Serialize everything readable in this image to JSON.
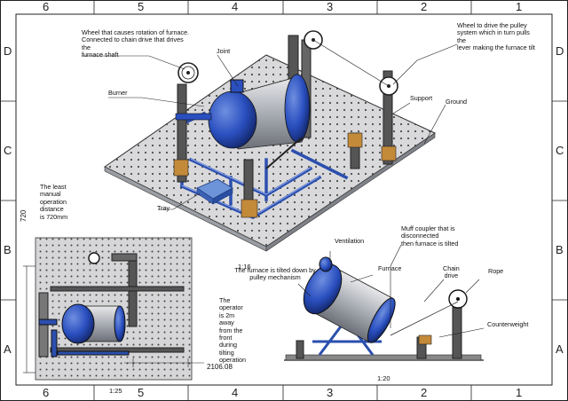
{
  "frame": {
    "col_labels_top": [
      "6",
      "5",
      "4",
      "3",
      "2",
      "1"
    ],
    "col_labels_bottom": [
      "6",
      "5",
      "4",
      "3",
      "2",
      "1"
    ],
    "row_labels_left": [
      "D",
      "C",
      "B",
      "A"
    ],
    "row_labels_right": [
      "D",
      "C",
      "B",
      "A"
    ]
  },
  "main_view": {
    "wheel_rotation": "Wheel that causes rotation of furnace.\nConnected to chain drive that drives\nthe\nfurnace shaft",
    "joint": "Joint",
    "burner": "Burner",
    "wheel_pulley": "Wheel to drive the pulley\nsystem which in turn pulls\nthe\nlever making the furnace tilt",
    "support": "Support",
    "ground": "Ground",
    "tray": "Tray",
    "scale": "1:16"
  },
  "plan_view": {
    "least_distance": "The least\nmanual\noperation\ndistance\nis 720mm",
    "dim_720": "720",
    "operator_note": "The\noperator\nis 2m\naway\nfrom the\nfront\nduring\ntilting\noperation",
    "dim_2106": "2106.08",
    "scale": "1:25"
  },
  "side_view": {
    "ventilation": "Ventilation",
    "muff_coupler": "Muff coupler that is\ndisconnected\nthen furnace is tilted",
    "tilted_note": "The furnace is tilted down by\npulley mechanism",
    "furnace": "Furnace",
    "chain_drive": "Chain\ndrive",
    "rope": "Rope",
    "counterweight": "Counterweight",
    "scale": "1:20"
  }
}
